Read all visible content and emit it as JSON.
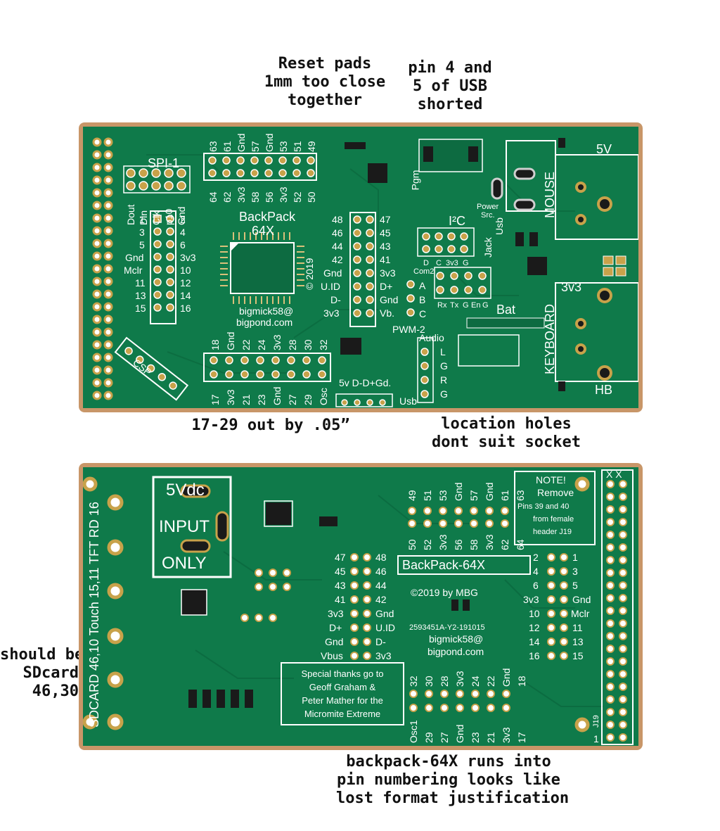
{
  "annotations": {
    "reset_pads": [
      "Reset pads",
      "1mm too close",
      "together"
    ],
    "usb_short": [
      "pin 4 and",
      "5 of USB",
      "shorted"
    ],
    "pins_offset": "17-29 out by .05”",
    "location_holes": [
      "location holes",
      "dont suit socket"
    ],
    "sdcard_note": [
      "should be",
      "SDcard",
      "46,30"
    ],
    "label_overlap": [
      "backpack-64X runs into",
      "pin numbering looks like",
      "lost format justification"
    ]
  },
  "top_board": {
    "title": "BackPack",
    "subtitle": "64X",
    "copyright": "© 2019",
    "email": [
      "bigmick58@",
      "bigpond.com"
    ],
    "spi_label": "SPI-1",
    "spi_pins": [
      "Dout",
      "Din",
      "Clk",
      "p10",
      "Gnd"
    ],
    "left_header_left": [
      "1",
      "3",
      "5",
      "Gnd",
      "Mclr",
      "11",
      "13",
      "15"
    ],
    "left_header_right": [
      "2",
      "4",
      "6",
      "3v3",
      "10",
      "12",
      "14",
      "16"
    ],
    "top_pins_upper": [
      "63",
      "61",
      "Gnd",
      "57",
      "Gnd",
      "53",
      "51",
      "49"
    ],
    "top_pins_lower": [
      "64",
      "62",
      "3v3",
      "58",
      "56",
      "3v3",
      "52",
      "50"
    ],
    "mid_header_left": [
      "48",
      "46",
      "44",
      "42",
      "Gnd",
      "U.ID",
      "D-",
      "3v3"
    ],
    "mid_header_right": [
      "47",
      "45",
      "43",
      "41",
      "3v3",
      "D+",
      "Gnd",
      "Vb."
    ],
    "bottom_pins_upper": [
      "18",
      "Gnd",
      "22",
      "24",
      "3v3",
      "28",
      "30",
      "32"
    ],
    "bottom_pins_lower": [
      "17",
      "3v3",
      "21",
      "23",
      "Gnd",
      "27",
      "29",
      "Osc"
    ],
    "pwm_label": "PWM-2",
    "pwm_pins": [
      "A",
      "B",
      "C"
    ],
    "com_labels": [
      "Com2",
      "Rx",
      "Tx",
      "G",
      "En",
      "G"
    ],
    "usb_row": "5v D-D+Gd.",
    "usb_label": "Usb",
    "audio_label": "Audio",
    "audio_pins": [
      "L",
      "G",
      "R",
      "G"
    ],
    "i2c_label": "I²C",
    "i2c_pins": [
      "D",
      "C",
      "3v3",
      "G"
    ],
    "power_label": [
      "Power",
      "Src."
    ],
    "jack_usb": [
      "Jack",
      "Usb"
    ],
    "mouse": "MOUSE",
    "keyboard": "KEYBOARD",
    "v5": "5V",
    "v33": "3v3",
    "hb": "HB",
    "bat": "Bat",
    "pgm": "Pgm",
    "csp": "CSP"
  },
  "bottom_board": {
    "input_box": [
      "5Vdc",
      "INPUT",
      "ONLY"
    ],
    "title": "BackPack-64X",
    "copyright": "©2019 by MBG",
    "serial": "2593451A-Y2-191015",
    "email": [
      "bigmick58@",
      "bigpond.com"
    ],
    "note": [
      "NOTE!",
      "Remove",
      "Pins 39 and 40",
      "from female",
      "header J19"
    ],
    "credits": [
      "Special thanks go to",
      "Geoff Graham &",
      "Peter Mather for the",
      "Micromite Extreme"
    ],
    "side_label": "SDCARD 46,10  Touch 15,11  TFT RD 16",
    "top_pins_upper": [
      "49",
      "51",
      "53",
      "Gnd",
      "57",
      "Gnd",
      "61",
      "63"
    ],
    "top_pins_lower": [
      "50",
      "52",
      "3v3",
      "56",
      "58",
      "3v3",
      "62",
      "64"
    ],
    "mid_left": [
      "47",
      "45",
      "43",
      "41",
      "3v3",
      "D+",
      "Gnd",
      "Vbus"
    ],
    "mid_right": [
      "48",
      "46",
      "44",
      "42",
      "Gnd",
      "U.ID",
      "D-",
      "3v3"
    ],
    "right_left": [
      "2",
      "4",
      "6",
      "3v3",
      "10",
      "12",
      "14",
      "16"
    ],
    "right_right": [
      "1",
      "3",
      "5",
      "Gnd",
      "Mclr",
      "11",
      "13",
      "15"
    ],
    "bottom_upper": [
      "32",
      "30",
      "28",
      "3v3",
      "24",
      "22",
      "Gnd",
      "18"
    ],
    "bottom_lower": [
      "Osc1",
      "29",
      "27",
      "Gnd",
      "23",
      "21",
      "3v3",
      "17"
    ],
    "xx": "X  X",
    "j19": "J19",
    "one": "1"
  },
  "colors": {
    "pcb": "#0f7a4a",
    "silk": "#ffffff",
    "edge": "#c89668",
    "pad": "#c8a24a"
  }
}
